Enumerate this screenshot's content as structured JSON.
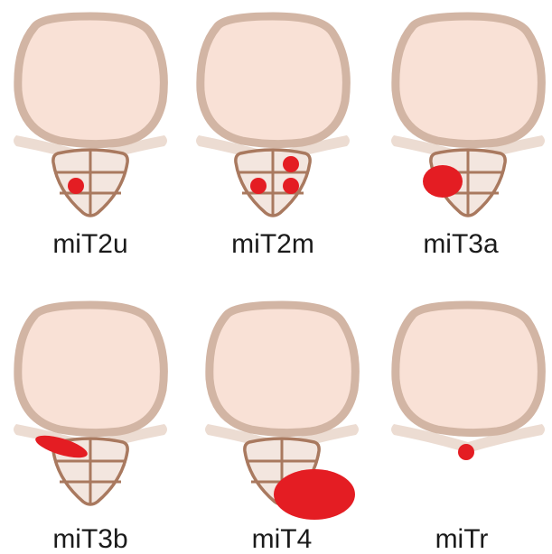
{
  "panels": [
    {
      "label": "miT2u",
      "prostate": true,
      "lesions": [
        {
          "shape": "dot",
          "zone": "left-lower"
        }
      ]
    },
    {
      "label": "miT2m",
      "prostate": true,
      "lesions": [
        {
          "shape": "dot",
          "zone": "right-upper"
        },
        {
          "shape": "dot",
          "zone": "left-lower"
        },
        {
          "shape": "dot",
          "zone": "right-lower"
        }
      ]
    },
    {
      "label": "miT3a",
      "prostate": true,
      "lesions": [
        {
          "shape": "ellipse",
          "zone": "left-extraprostatic"
        }
      ]
    },
    {
      "label": "miT3b",
      "prostate": true,
      "lesions": [
        {
          "shape": "ellipse",
          "zone": "seminal-vesicle"
        }
      ]
    },
    {
      "label": "miT4",
      "prostate": true,
      "lesions": [
        {
          "shape": "ellipse",
          "zone": "adjacent-organ-invasion"
        }
      ]
    },
    {
      "label": "miTr",
      "prostate": false,
      "lesions": [
        {
          "shape": "dot",
          "zone": "prostate-bed"
        }
      ]
    }
  ],
  "colors": {
    "bladder_fill": "#f9e1d6",
    "bladder_outline": "#d2b5a4",
    "vesicle_fill": "#ecdcd2",
    "prostate_fill": "#f3e6df",
    "prostate_outline": "#a9795f",
    "lesion": "#e41d23"
  }
}
